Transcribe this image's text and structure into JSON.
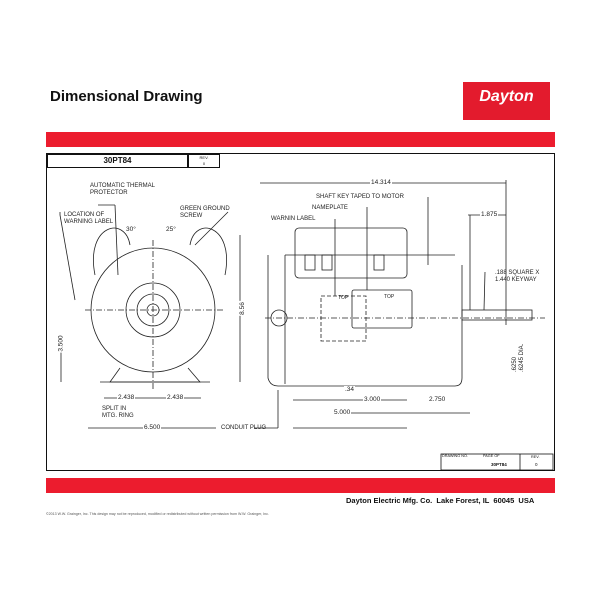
{
  "header": {
    "title": "Dimensional Drawing",
    "logo_text": "Dayton"
  },
  "drawing": {
    "number": "30PT84",
    "rev_label": "REV.",
    "rev_value": "0",
    "labels": {
      "thermal_protector": "AUTOMATIC THERMAL\nPROTECTOR",
      "warning_label_location": "LOCATION OF\nWARNING LABEL",
      "ground_screw": "GREEN GROUND\nSCREW",
      "shaft_key": "SHAFT KEY TAPED TO MOTOR",
      "nameplate": "NAMEPLATE",
      "warnin_label": "WARNIN LABEL",
      "keyway": ".188 SQUARE X\n1.440 KEYWAY",
      "split_ring": "SPLIT IN\nMTG. RING",
      "conduit_plug": "CONDUIT PLUG",
      "top1": "TOP",
      "top2": "TOP",
      "shaft_dia": ".6250\n.6245 DIA."
    },
    "dimensions": {
      "angle_left": "30°",
      "angle_right": "25°",
      "overall_length": "14.314",
      "shaft_length": "1.875",
      "height": "8.56",
      "center_height": "3.500",
      "half_base_left": "2.438",
      "half_base_right": "2.438",
      "base_width": "6.500",
      "slot": ".34",
      "mount_spacing": "3.000",
      "shaft_to_mount": "2.750",
      "base_length": "5.000"
    },
    "title_block": {
      "drawing_no_label": "DRAWING NO.",
      "page_label": "PAGE OF",
      "drawing_no": "30PT84",
      "rev_label": "REV.",
      "rev_value": "0"
    }
  },
  "footer": {
    "company": "Dayton Electric Mfg. Co.  Lake Forest, IL  60045  USA",
    "copyright": "©2013 W.W. Grainger, Inc.  This design may not be reproduced, modified or redistributed without written permission from W.W. Grainger, Inc."
  },
  "colors": {
    "brand_red": "#ec1c2e"
  }
}
